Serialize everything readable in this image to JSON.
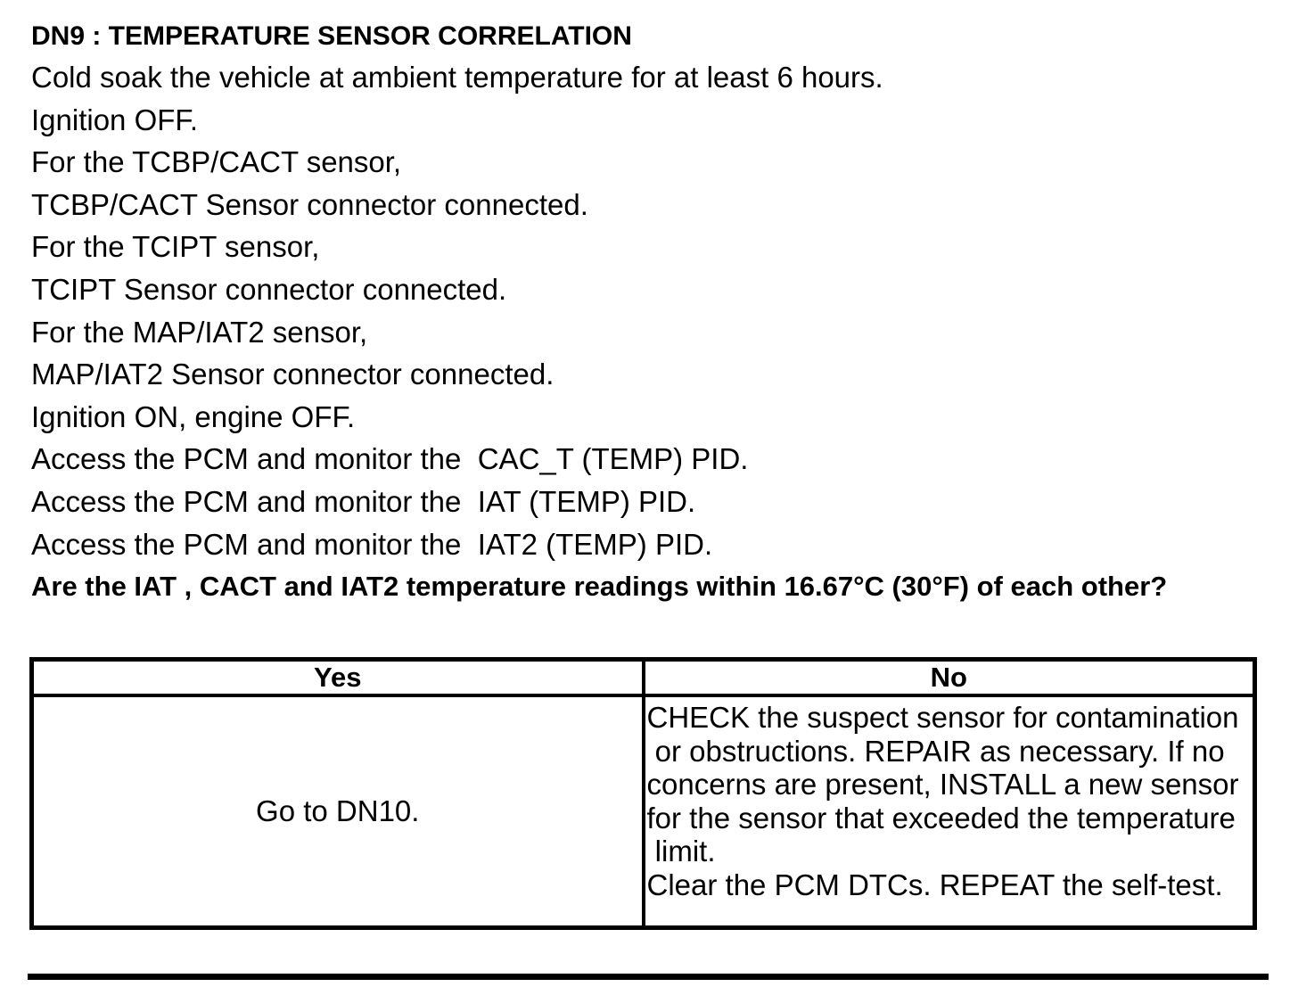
{
  "document": {
    "title": "DN9 : TEMPERATURE SENSOR CORRELATION",
    "procedure_lines": [
      "Cold soak the vehicle at ambient temperature for at least 6 hours.",
      "Ignition OFF.",
      "For the TCBP/CACT sensor,",
      "TCBP/CACT Sensor connector connected.",
      "For the TCIPT sensor,",
      "TCIPT Sensor connector connected.",
      "For the MAP/IAT2 sensor,",
      "MAP/IAT2 Sensor connector connected.",
      "Ignition ON, engine OFF.",
      "Access the PCM and monitor the  CAC_T (TEMP) PID.",
      "Access the PCM and monitor the  IAT (TEMP) PID.",
      "Access the PCM and monitor the  IAT2 (TEMP) PID."
    ],
    "question": "Are the IAT , CACT and IAT2 temperature readings within 16.67°C (30°F) of each other?",
    "table": {
      "yes_header": "Yes",
      "no_header": "No",
      "yes_action": "Go to DN10.",
      "no_action_lines": [
        "CHECK the suspect sensor for contamination",
        " or obstructions. REPAIR as necessary. If no",
        "concerns are present, INSTALL a new sensor",
        "for the sensor that exceeded the temperature",
        " limit.",
        "Clear the PCM DTCs. REPEAT the self-test."
      ]
    },
    "colors": {
      "text": "#000000",
      "background": "#ffffff",
      "border": "#000000"
    }
  }
}
